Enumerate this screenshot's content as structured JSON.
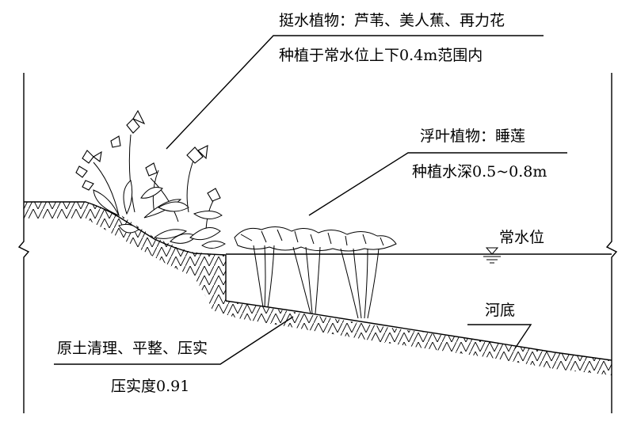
{
  "labels": {
    "emergent_title": "挺水植物：芦苇、美人蕉、再力花",
    "emergent_note": "种植于常水位上下0.4m范围内",
    "floating_title": "浮叶植物：睡莲",
    "floating_note": "种植水深0.5~0.8m",
    "water_level": "常水位",
    "riverbed": "河底",
    "soil_treatment": "原土清理、平整、压实",
    "compaction": "压实度0.91"
  }
}
